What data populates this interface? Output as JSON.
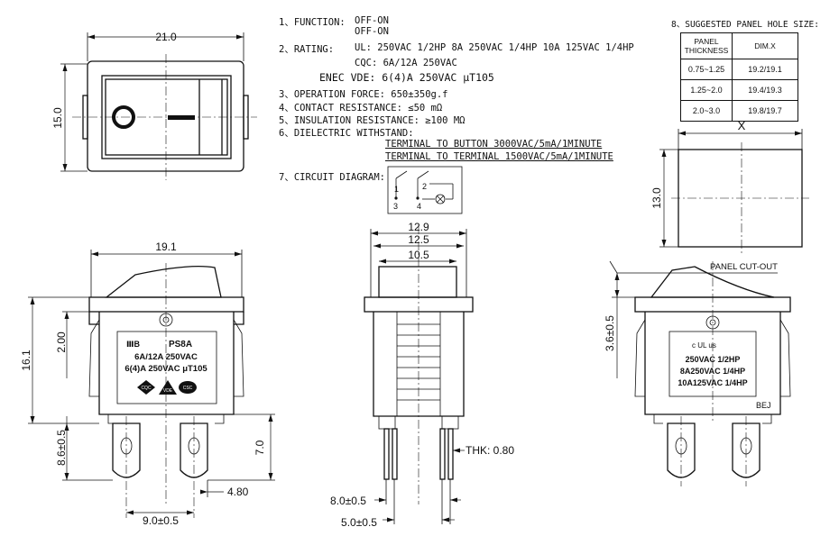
{
  "specs": {
    "function_label": "1、FUNCTION:",
    "function_values": [
      "OFF-ON",
      "OFF-ON"
    ],
    "rating_label": "2、RATING:",
    "rating_ul": "UL: 250VAC 1/2HP  8A 250VAC 1/4HP  10A 125VAC 1/4HP",
    "rating_cqc": "CQC: 6A/12A  250VAC",
    "rating_enec": "ENEC VDE:  6(4)A 250VAC μT105",
    "operation_force": "3、OPERATION FORCE: 650±350g.f",
    "contact_resistance": "4、CONTACT RESISTANCE: ≤50 mΩ",
    "insulation_resistance": "5、INSULATION RESISTANCE: ≥100 MΩ",
    "dielectric_label": "6、DIELECTRIC WITHSTAND:",
    "dielectric_line1": "TERMINAL TO BUTTON 3000VAC/5mA/1MINUTE",
    "dielectric_line2": "TERMINAL TO TERMINAL 1500VAC/5mA/1MINUTE",
    "circuit_label": "7、CIRCUIT DIAGRAM:",
    "circuit_terminals": [
      "1",
      "2",
      "3",
      "4"
    ]
  },
  "panel_hole": {
    "title": "8、SUGGESTED PANEL HOLE SIZE:",
    "headers": [
      "PANEL THICKNESS",
      "DIM.X"
    ],
    "rows": [
      [
        "0.75~1.25",
        "19.2/19.1"
      ],
      [
        "1.25~2.0",
        "19.4/19.3"
      ],
      [
        "2.0~3.0",
        "19.8/19.7"
      ]
    ],
    "x_label": "X",
    "height_label": "13.0",
    "panel_cutout_label": "PANEL CUT-OUT"
  },
  "top_view": {
    "width_label": "21.0",
    "height_label": "15.0"
  },
  "front_view": {
    "width_label": "19.1",
    "height_label": "16.1",
    "offset_label": "2.00",
    "terminal_height_label": "7.0",
    "terminal_offset_label": "8.6±0.5",
    "terminal_pitch_label": "9.0±0.5",
    "terminal_width_label": "4.80",
    "label_brand": "PS8A",
    "label_line1": "6A/12A 250VAC",
    "label_line2": "6(4)A 250VAC μT105",
    "cert_marks": [
      "CQC",
      "VDE",
      "CSC"
    ]
  },
  "side_view": {
    "width_outer": "12.9",
    "width_mid": "12.5",
    "width_inner": "10.5",
    "thickness_label": "THK: 0.80",
    "pitch_label_1": "8.0±0.5",
    "pitch_label_2": "5.0±0.5"
  },
  "back_view": {
    "offset_label": "3.6±0.5",
    "ul_mark": "c UL us",
    "label_line1": "250VAC 1/2HP",
    "label_line2": "8A250VAC 1/4HP",
    "label_line3": "10A125VAC 1/4HP",
    "maker_code": "BEJ"
  }
}
